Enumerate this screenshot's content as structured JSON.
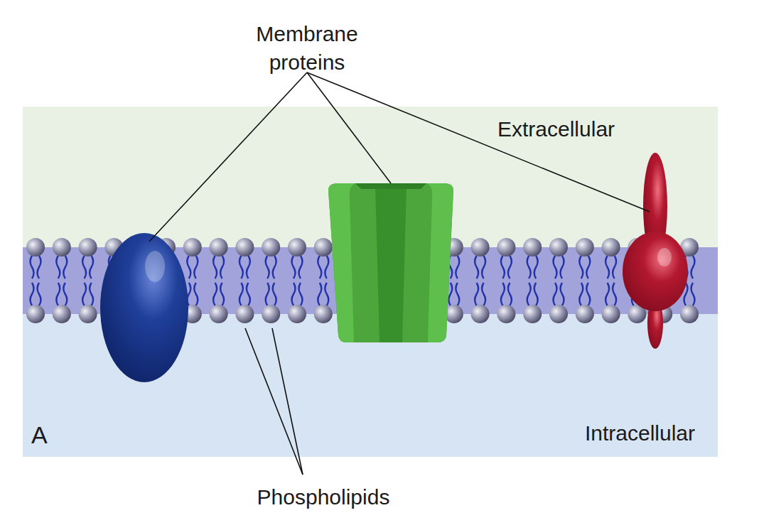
{
  "diagram": {
    "labels": [
      "Membrane proteins",
      "Extracellular",
      "Intracellular",
      "A",
      "Phospholipids"
    ]
  }
}
